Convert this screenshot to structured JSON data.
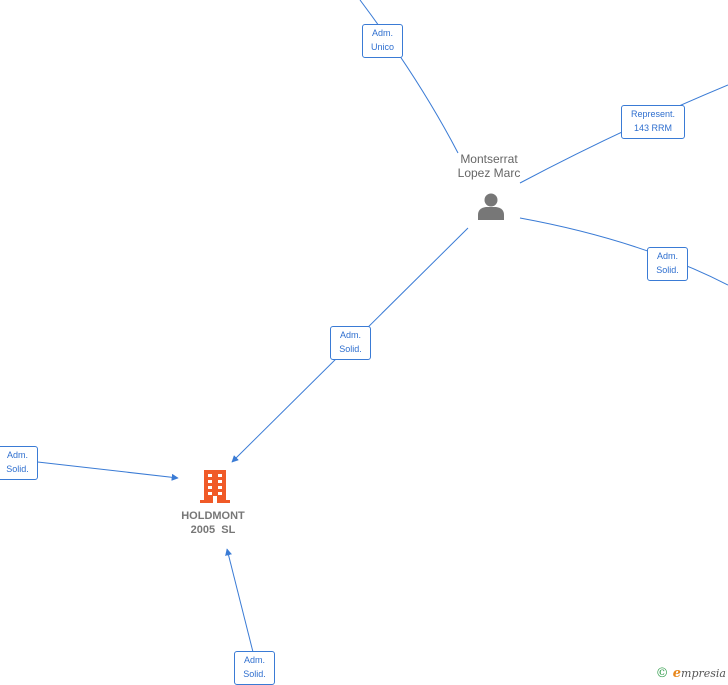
{
  "person": {
    "name_line1": "Montserrat",
    "name_line2": "Lopez Marc",
    "icon": "person-icon"
  },
  "company": {
    "name_line1": "HOLDMONT",
    "name_line2": "2005  SL",
    "icon": "building-icon",
    "icon_color": "#f05a28"
  },
  "edges": [
    {
      "id": "top",
      "line1": "Adm.",
      "line2": "Unico"
    },
    {
      "id": "right-top",
      "line1": "Represent.",
      "line2": "143 RRM"
    },
    {
      "id": "right",
      "line1": "Adm.",
      "line2": "Solid."
    },
    {
      "id": "center",
      "line1": "Adm.",
      "line2": "Solid."
    },
    {
      "id": "left",
      "line1": "Adm.",
      "line2": "Solid."
    },
    {
      "id": "bottom",
      "line1": "Adm.",
      "line2": "Solid."
    }
  ],
  "footer": {
    "copyright": "©",
    "brand_initial": "e",
    "brand_rest": "mpresia"
  },
  "colors": {
    "edge": "#3a7bd5",
    "company": "#f05a28",
    "person": "#777777"
  }
}
